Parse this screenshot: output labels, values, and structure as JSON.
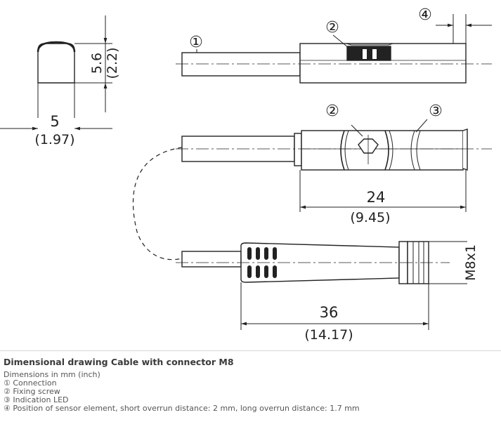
{
  "drawing": {
    "callouts": {
      "c1": "①",
      "c2_top": "②",
      "c4": "④",
      "c2_mid": "②",
      "c3": "③"
    },
    "dimensions": {
      "height": "5.6",
      "height_inch": "(2.2)",
      "width": "5",
      "width_inch": "(1.97)",
      "sensor_length": "24",
      "sensor_length_inch": "(9.45)",
      "connector_length": "36",
      "connector_length_inch": "(14.17)",
      "thread": "M8x1"
    }
  },
  "caption": {
    "title": "Dimensional drawing Cable with connector M8",
    "lines": [
      "Dimensions in mm (inch)",
      "① Connection",
      "② Fixing screw",
      "③ Indication LED",
      "④ Position of sensor element, short overrun distance: 2 mm, long overrun distance: 1.7 mm"
    ]
  }
}
